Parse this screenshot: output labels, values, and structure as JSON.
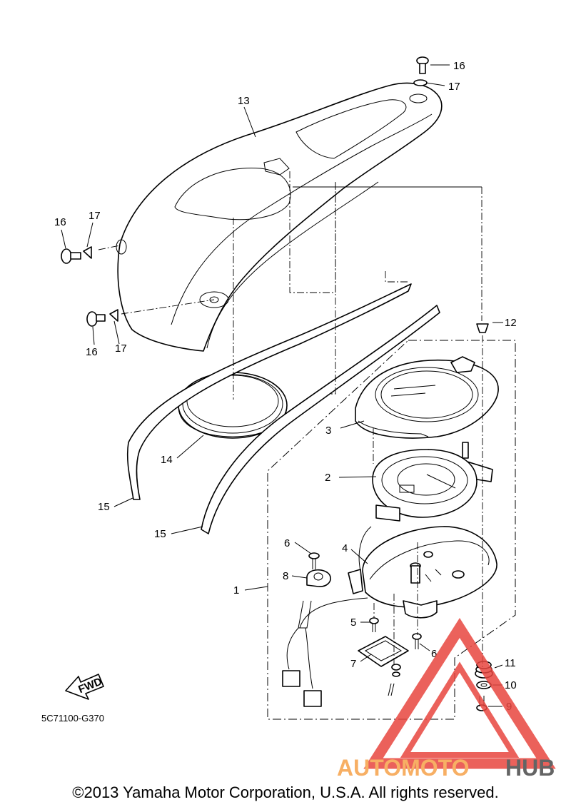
{
  "diagram": {
    "code": "5C71100-G370",
    "fwd_label": "FWD",
    "callouts": {
      "c1": "1",
      "c2": "2",
      "c3": "3",
      "c4": "4",
      "c5": "5",
      "c6a": "6",
      "c6b": "6",
      "c7": "7",
      "c8": "8",
      "c9": "9",
      "c10": "10",
      "c11": "11",
      "c12": "12",
      "c13": "13",
      "c14": "14",
      "c15a": "15",
      "c15b": "15",
      "c16a": "16",
      "c16b": "16",
      "c16c": "16",
      "c17a": "17",
      "c17b": "17",
      "c17c": "17"
    }
  },
  "watermark": {
    "word1": "AUTOMOTO",
    "word2": "HUB",
    "color_orange": "#f6a24a",
    "color_red": "#e8463f",
    "color_gray": "#4a4a4a"
  },
  "footer": {
    "copyright": "©2013 Yamaha Motor Corporation, U.S.A. All rights reserved."
  }
}
